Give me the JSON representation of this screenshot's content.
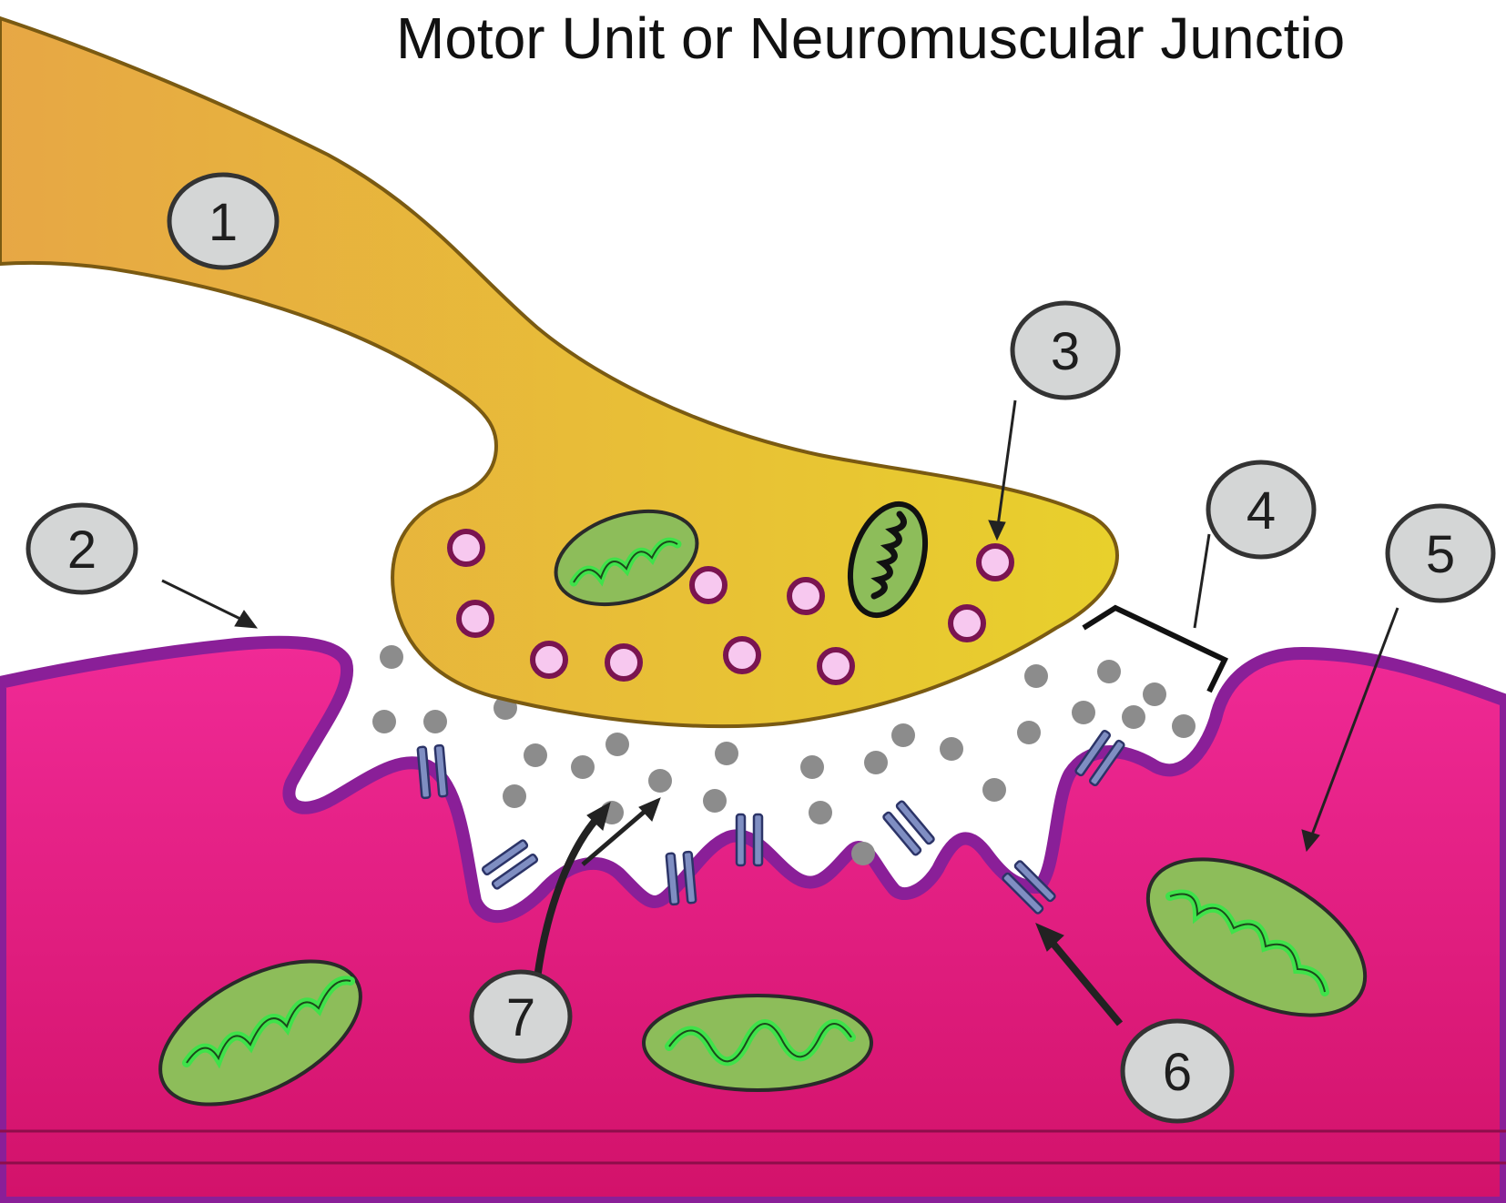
{
  "title": "Motor Unit or Neuromuscular Junctio",
  "labels": {
    "n1": "1",
    "n2": "2",
    "n3": "3",
    "n4": "4",
    "n5": "5",
    "n6": "6",
    "n7": "7"
  },
  "colors": {
    "axon": "#e8a64a",
    "terminal": "#e2bb3a",
    "muscle": "#e21a80",
    "membrane": "#8a1f98",
    "vesicle_fill": "#f7c8ef",
    "vesicle_stroke": "#7a1450",
    "neurotransmitter": "#8c8c8c",
    "receptor": "#7f8ec2",
    "mitochondrion_fill": "#8dbd5a",
    "mitochondrion_cristae": "#3fe24a",
    "callout_fill": "#d4d6d6"
  }
}
